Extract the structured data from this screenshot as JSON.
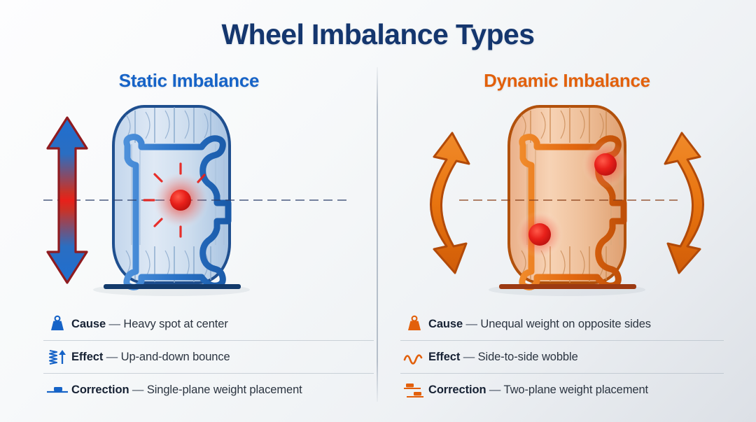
{
  "title": "Wheel Imbalance Types",
  "colors": {
    "title": "#14366e",
    "static_accent": "#1663c7",
    "dynamic_accent": "#e2600b",
    "hotspot": "#e8201a",
    "background_top": "#fdfdfe",
    "background_bottom": "#dce0e6",
    "divider": "#b2bbc7"
  },
  "panels": [
    {
      "key": "static",
      "heading": "Static Imbalance",
      "accent": "#1663c7",
      "illustration": {
        "name": "tire-cross-section-static",
        "tire_color": "#1f63b4",
        "ground_line_color": "#133a6b",
        "arrow": {
          "name": "vertical-double-arrow",
          "direction": "vertical",
          "outline": "#8f1b20",
          "gradient": [
            "#1f6fd0",
            "#e8201a",
            "#1f6fd0"
          ]
        },
        "hotspots": [
          {
            "name": "heavy-spot-center",
            "position": "center",
            "color": "#e8201a",
            "rays": true
          }
        ],
        "axis_line": {
          "style": "dashed",
          "color": "#2c3f6b"
        }
      },
      "legend": [
        {
          "icon": "weight-icon",
          "label": "Cause",
          "dash": "—",
          "value": "Heavy spot at center"
        },
        {
          "icon": "spring-arrow-icon",
          "label": "Effect",
          "dash": "—",
          "value": "Up-and-down bounce"
        },
        {
          "icon": "single-plane-weight-icon",
          "label": "Correction",
          "dash": "—",
          "value": "Single-plane weight placement"
        }
      ]
    },
    {
      "key": "dynamic",
      "heading": "Dynamic Imbalance",
      "accent": "#e2600b",
      "illustration": {
        "name": "tire-cross-section-dynamic",
        "tire_color": "#e2670f",
        "ground_line_color": "#9c3a12",
        "arrow": {
          "name": "curved-double-arrows",
          "direction": "rocking",
          "count": 2,
          "outline": "#b24a09",
          "fill": "#e8740f"
        },
        "hotspots": [
          {
            "name": "heavy-spot-upper-right",
            "position": "upper-right",
            "color": "#e8201a",
            "rays": false
          },
          {
            "name": "heavy-spot-lower-left",
            "position": "lower-left",
            "color": "#e8201a",
            "rays": false
          }
        ],
        "axis_line": {
          "style": "dashed",
          "color": "#8a3f18"
        }
      },
      "legend": [
        {
          "icon": "weight-icon",
          "label": "Cause",
          "dash": "—",
          "value": "Unequal weight on opposite sides"
        },
        {
          "icon": "wave-icon",
          "label": "Effect",
          "dash": "—",
          "value": "Side-to-side wobble"
        },
        {
          "icon": "two-plane-weight-icon",
          "label": "Correction",
          "dash": "—",
          "value": "Two-plane weight placement"
        }
      ]
    }
  ]
}
